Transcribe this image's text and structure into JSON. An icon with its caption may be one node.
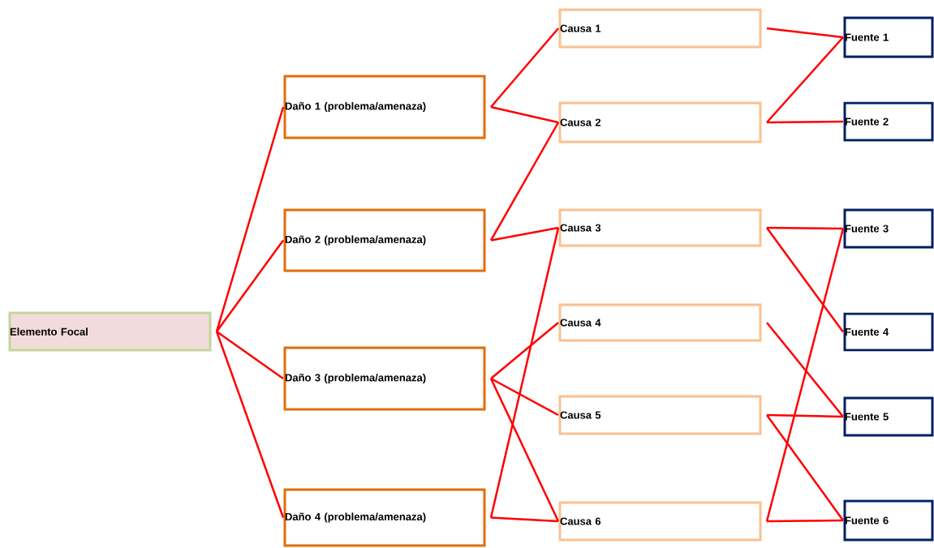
{
  "diagram": {
    "nodes": [
      {
        "text": [
          "Elemento Focal"
        ]
      },
      {
        "text": [
          "Daño 1 (problema/amenaza)"
        ]
      },
      {
        "text": [
          "Daño 2 (problema/amenaza)"
        ]
      },
      {
        "text": [
          "Daño 3 (problema/amenaza)"
        ]
      },
      {
        "text": [
          "Daño 4 (problema/amenaza)"
        ]
      },
      {
        "text": [
          "Causa 1"
        ]
      },
      {
        "text": [
          "Causa 2"
        ]
      },
      {
        "text": [
          "Causa 3"
        ]
      },
      {
        "text": [
          "Causa 4"
        ]
      },
      {
        "text": [
          "Causa 5"
        ]
      },
      {
        "text": [
          "Causa 6"
        ]
      },
      {
        "text": [
          "Fuente 1"
        ]
      },
      {
        "text": [
          "Fuente 2"
        ]
      },
      {
        "text": [
          "Fuente 3"
        ]
      },
      {
        "text": [
          "Fuente 4"
        ]
      },
      {
        "text": [
          "Fuente 5"
        ]
      },
      {
        "text": [
          "Fuente 6"
        ]
      }
    ],
    "edges": [
      {
        "from": 0,
        "to": 1,
        "arrow": "none"
      },
      {
        "from": 0,
        "to": 2,
        "arrow": "none"
      },
      {
        "from": 0,
        "to": 3,
        "arrow": "none"
      },
      {
        "from": 0,
        "to": 4,
        "arrow": "none"
      },
      {
        "from": 1,
        "to": 5,
        "arrow": "none"
      },
      {
        "from": 1,
        "to": 6,
        "arrow": "none"
      },
      {
        "from": 2,
        "to": 6,
        "arrow": "none"
      },
      {
        "from": 2,
        "to": 7,
        "arrow": "none"
      },
      {
        "from": 3,
        "to": 8,
        "arrow": "none"
      },
      {
        "from": 3,
        "to": 9,
        "arrow": "none"
      },
      {
        "from": 3,
        "to": 10,
        "arrow": "none"
      },
      {
        "from": 4,
        "to": 7,
        "arrow": "none"
      },
      {
        "from": 4,
        "to": 10,
        "arrow": "none"
      },
      {
        "from": 5,
        "to": 11,
        "arrow": "none"
      },
      {
        "from": 6,
        "to": 11,
        "arrow": "none"
      },
      {
        "from": 6,
        "to": 12,
        "arrow": "none"
      },
      {
        "from": 7,
        "to": 13,
        "arrow": "none"
      },
      {
        "from": 7,
        "to": 14,
        "arrow": "none"
      },
      {
        "from": 8,
        "to": 15,
        "arrow": "none"
      },
      {
        "from": 9,
        "to": 15,
        "arrow": "none"
      },
      {
        "from": 9,
        "to": 16,
        "arrow": "none"
      },
      {
        "from": 10,
        "to": 13,
        "arrow": "none"
      },
      {
        "from": 10,
        "to": 16,
        "arrow": "none"
      }
    ]
  }
}
